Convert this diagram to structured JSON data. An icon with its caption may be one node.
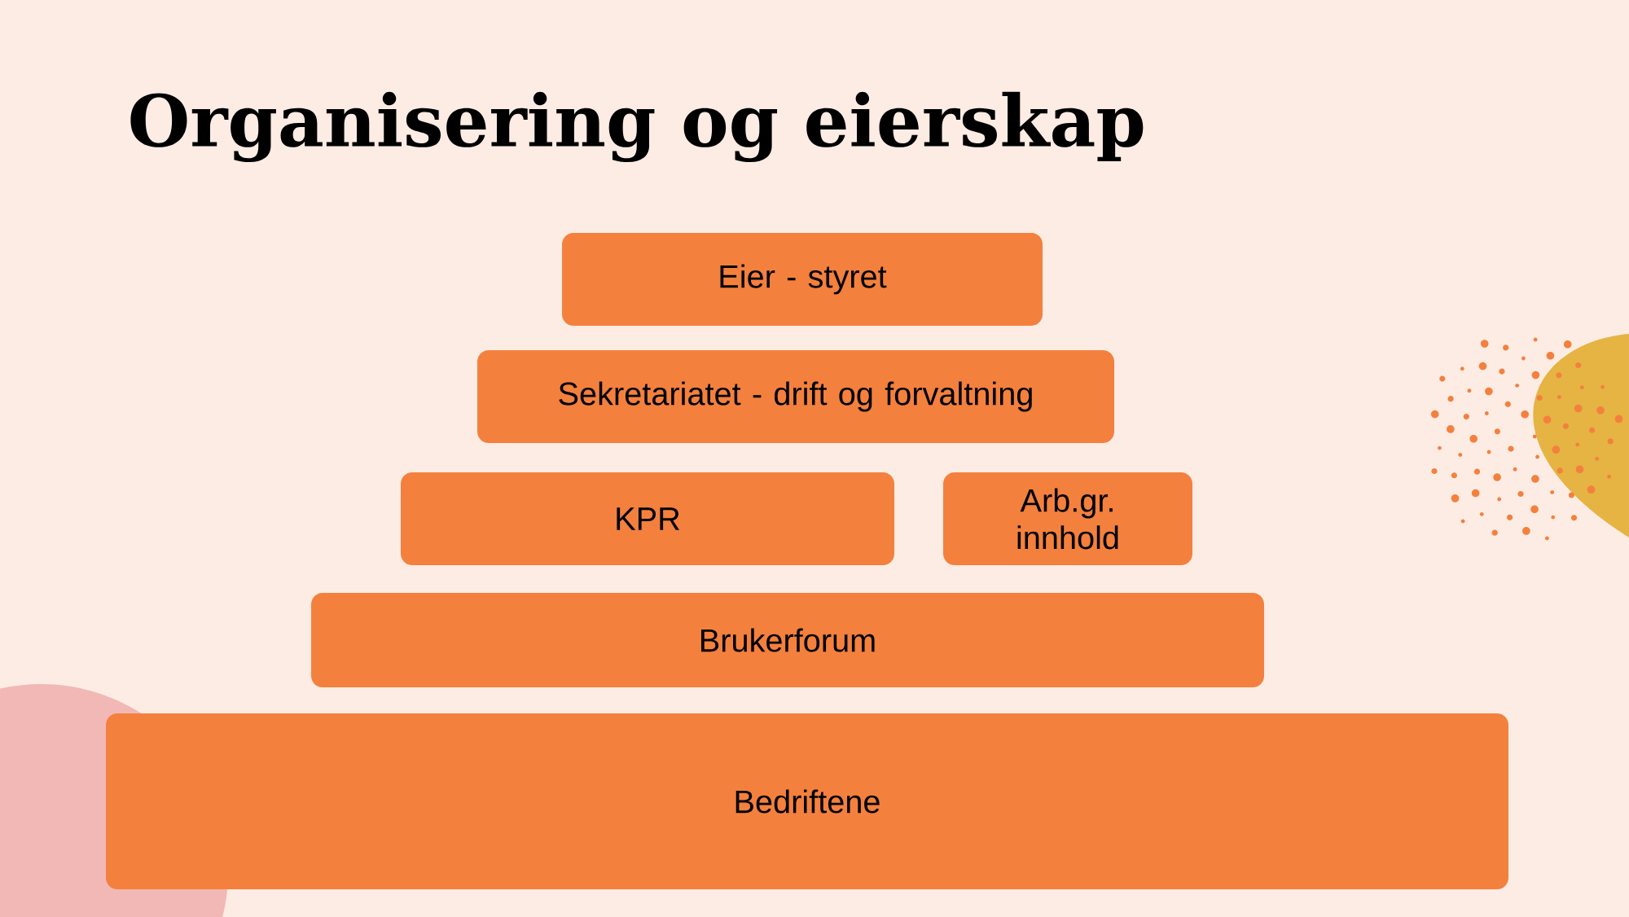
{
  "diagram": {
    "title": "Organisering og eierskap",
    "nodes": [
      {
        "text": [
          "Eier - styret"
        ]
      },
      {
        "text": [
          "Sekretariatet - drift og forvaltning"
        ]
      },
      {
        "text": [
          "KPR"
        ]
      },
      {
        "text": [
          "Arb.gr. innhold"
        ]
      },
      {
        "text": [
          "Brukerforum"
        ]
      },
      {
        "text": [
          "Bedriftene"
        ]
      }
    ]
  }
}
